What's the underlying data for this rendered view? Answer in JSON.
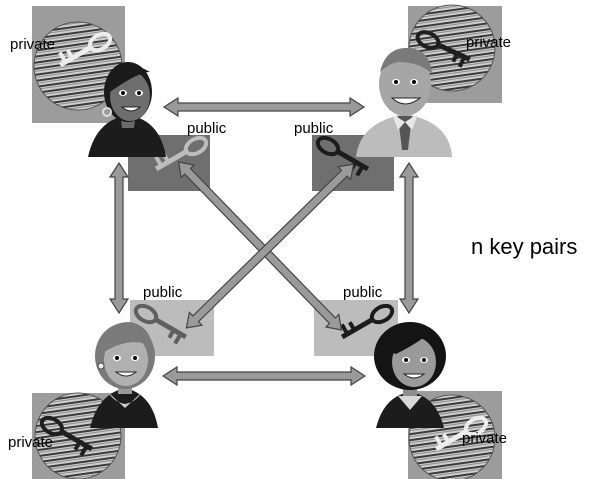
{
  "diagram": {
    "caption": "n key pairs",
    "label_private": "private",
    "label_public": "public",
    "colors": {
      "arrow_fill": "#9a9a9a",
      "arrow_stroke": "#444444",
      "key_box_dark": "#6f6f6f",
      "key_box_light": "#b8b8b8",
      "private_circle": "#8c8c8c"
    },
    "people": [
      {
        "name": "top-left-woman-dark-hair"
      },
      {
        "name": "top-right-man"
      },
      {
        "name": "bottom-left-woman"
      },
      {
        "name": "bottom-right-woman-dark-hair"
      }
    ]
  }
}
